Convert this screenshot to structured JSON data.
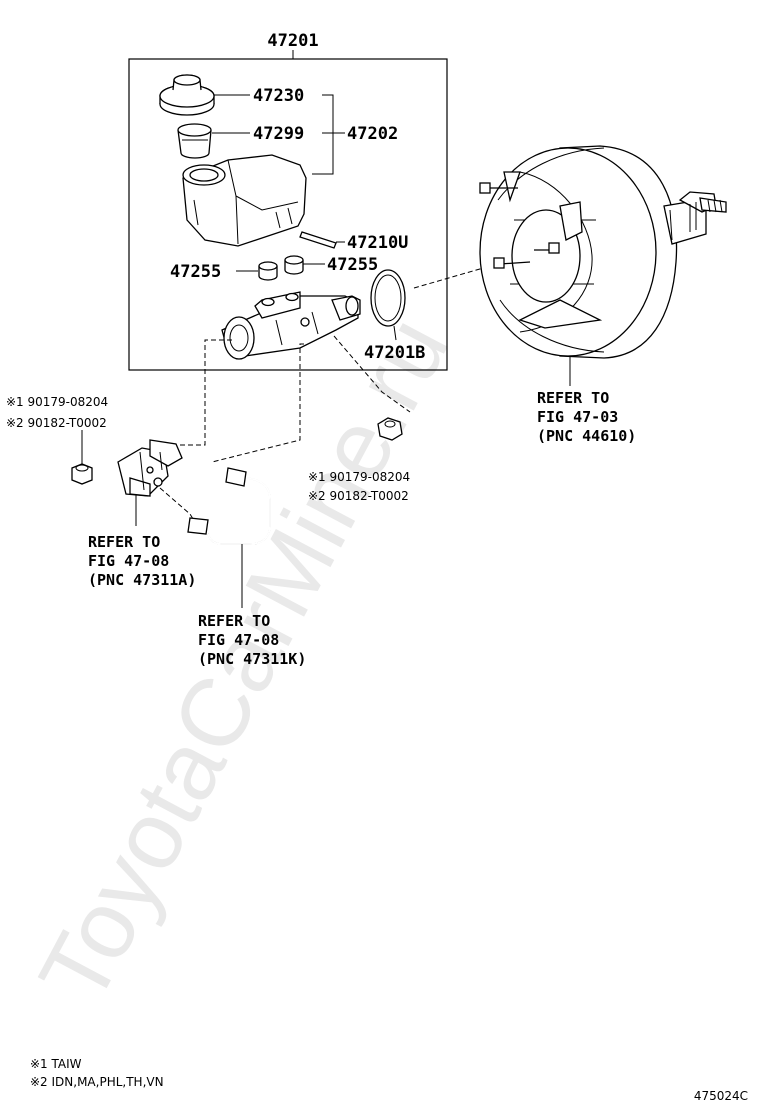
{
  "watermark": "ToyotaCarMine.ru",
  "figure_id": "475024C",
  "parts": {
    "p47201": "47201",
    "p47230": "47230",
    "p47299": "47299",
    "p47202": "47202",
    "p47210U": "47210U",
    "p47255_left": "47255",
    "p47255_right": "47255",
    "p47201B": "47201B"
  },
  "nut_left": {
    "line1": "※1 90179-08204",
    "line2": "※2 90182-T0002"
  },
  "nut_right": {
    "line1": "※1 90179-08204",
    "line2": "※2 90182-T0002"
  },
  "refer_booster": {
    "line1": "REFER TO",
    "line2": "FIG 47-03",
    "line3": "(PNC 44610)"
  },
  "refer_valve": {
    "line1": "REFER TO",
    "line2": "FIG 47-08",
    "line3": "(PNC 47311A)"
  },
  "refer_tube": {
    "line1": "REFER TO",
    "line2": "FIG 47-08",
    "line3": "(PNC 47311K)"
  },
  "footnotes": {
    "n1": "※1 TAIW",
    "n2": "※2 IDN,MA,PHL,TH,VN"
  }
}
